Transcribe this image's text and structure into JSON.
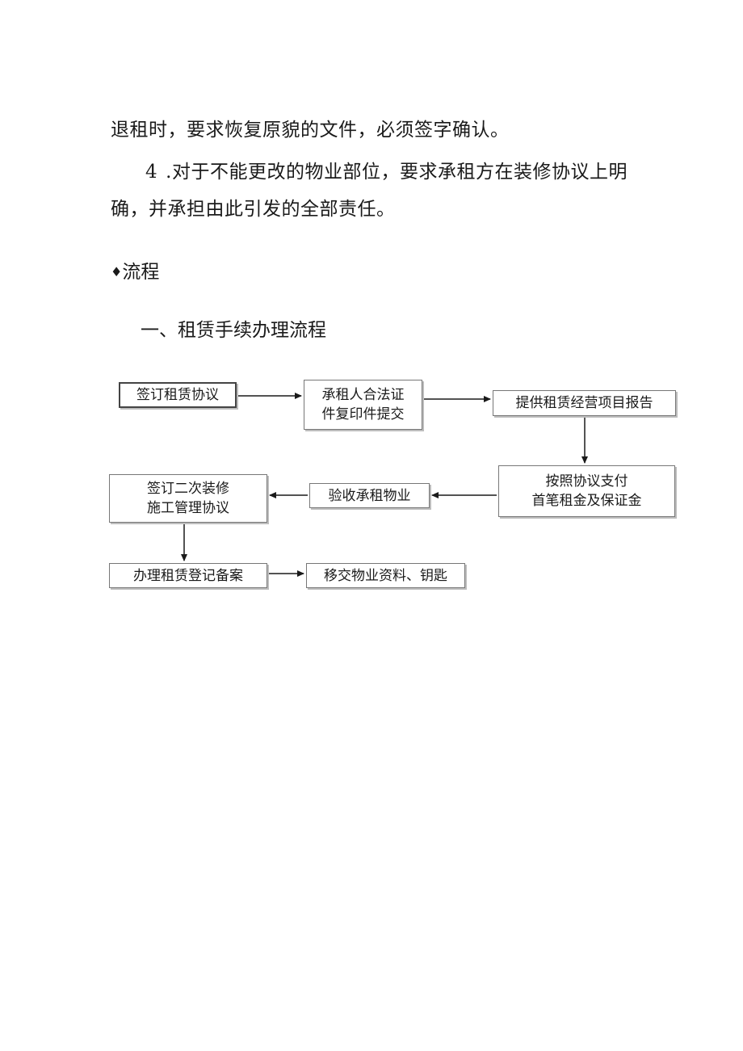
{
  "paragraphs": {
    "line1": "退租时，要求恢复原貌的文件，必须签字确认。",
    "item4_number": "4",
    "item4_line1": ".对于不能更改的物业部位，要求承租方在装修协议上明",
    "item4_line2": "确，并承担由此引发的全部责任。"
  },
  "section": {
    "marker": "♦",
    "title": "流程",
    "subheading": "一、租赁手续办理流程"
  },
  "flowchart": {
    "sign_lease": "签订租赁协议",
    "submit_docs": "承租人合法证\n件复印件提交",
    "business_report": "提供租赁经营项目报告",
    "pay_deposit": "按照协议支付\n首笔租金及保证金",
    "inspect_property": "验收承租物业",
    "sign_renovation": "签订二次装修\n施工管理协议",
    "register_lease": "办理租赁登记备案",
    "handover": "移交物业资料、钥匙"
  }
}
